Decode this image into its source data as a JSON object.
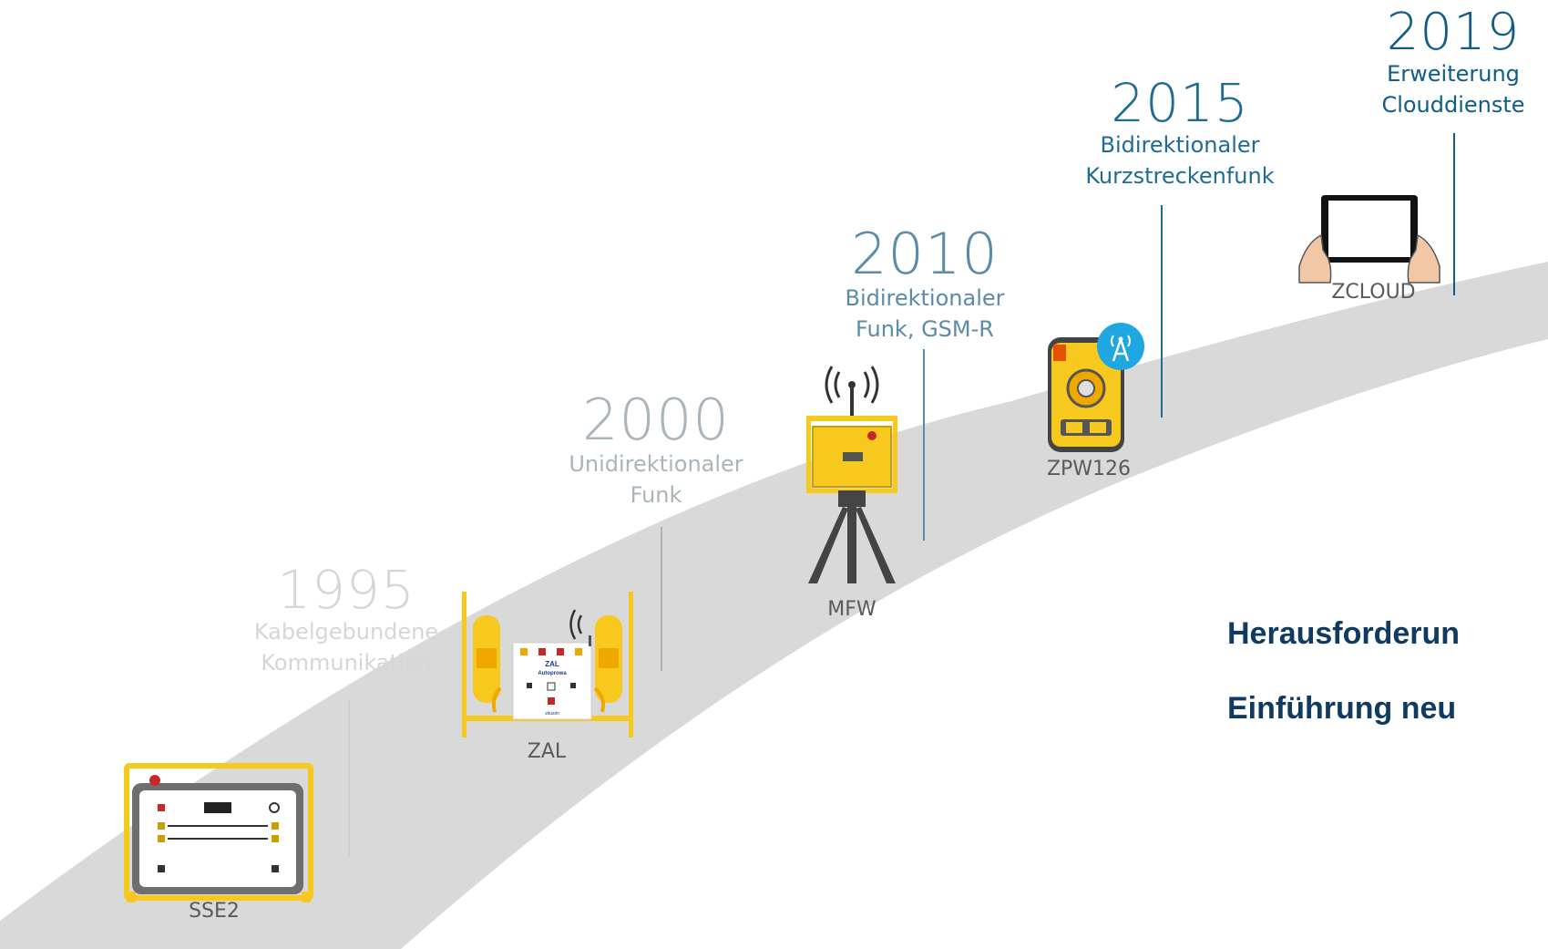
{
  "milestones": [
    {
      "year": "1995",
      "desc": [
        "Kabelgebundene",
        "Kommunikation"
      ],
      "color": "#d6d6d6"
    },
    {
      "year": "2000",
      "desc": [
        "Unidirektionaler",
        "Funk"
      ],
      "color": "#a9b4bb"
    },
    {
      "year": "2010",
      "desc": [
        "Bidirektionaler",
        "Funk, GSM-R"
      ],
      "color": "#5b8ba6"
    },
    {
      "year": "2015",
      "desc": [
        "Bidirektionaler",
        "Kurzstreckenfunk"
      ],
      "color": "#1f6b94"
    },
    {
      "year": "2019",
      "desc": [
        "Erweiterung",
        "Clouddienste"
      ],
      "color": "#0f5c86"
    }
  ],
  "devices": {
    "sse2": "SSE2",
    "zal": "ZAL",
    "mfw": "MFW",
    "zpw126": "ZPW126",
    "zcloud": "ZCLOUD"
  },
  "zal_panel": {
    "title": "ZAL",
    "subtitle": "Autoprowa",
    "brand": "zkusim"
  },
  "challenges": [
    "Herausforderun",
    "Einführung neu"
  ],
  "colors": {
    "road": "#d9d9d9",
    "device_yellow": "#f7c81e",
    "heading": "#0f3b63",
    "wifi_blue": "#1ea7e1"
  }
}
